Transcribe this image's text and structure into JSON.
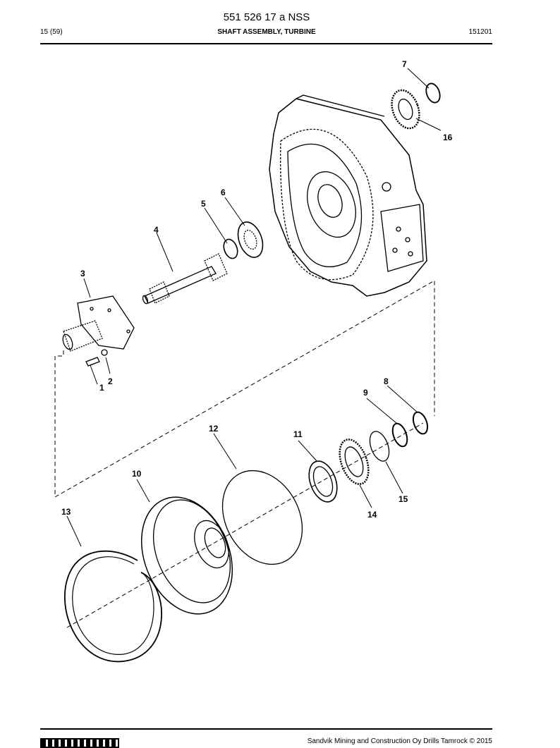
{
  "header": {
    "doc_number": "551 526 17 a NSS",
    "page": "15 (59)",
    "title": "SHAFT ASSEMBLY, TURBINE",
    "code": "151201"
  },
  "callouts": [
    "1",
    "2",
    "3",
    "4",
    "5",
    "6",
    "7",
    "8",
    "9",
    "10",
    "11",
    "12",
    "13",
    "14",
    "15",
    "16"
  ],
  "footer": {
    "copyright": "Sandvik Mining and Construction Oy Drills Tamrock © 2015"
  }
}
